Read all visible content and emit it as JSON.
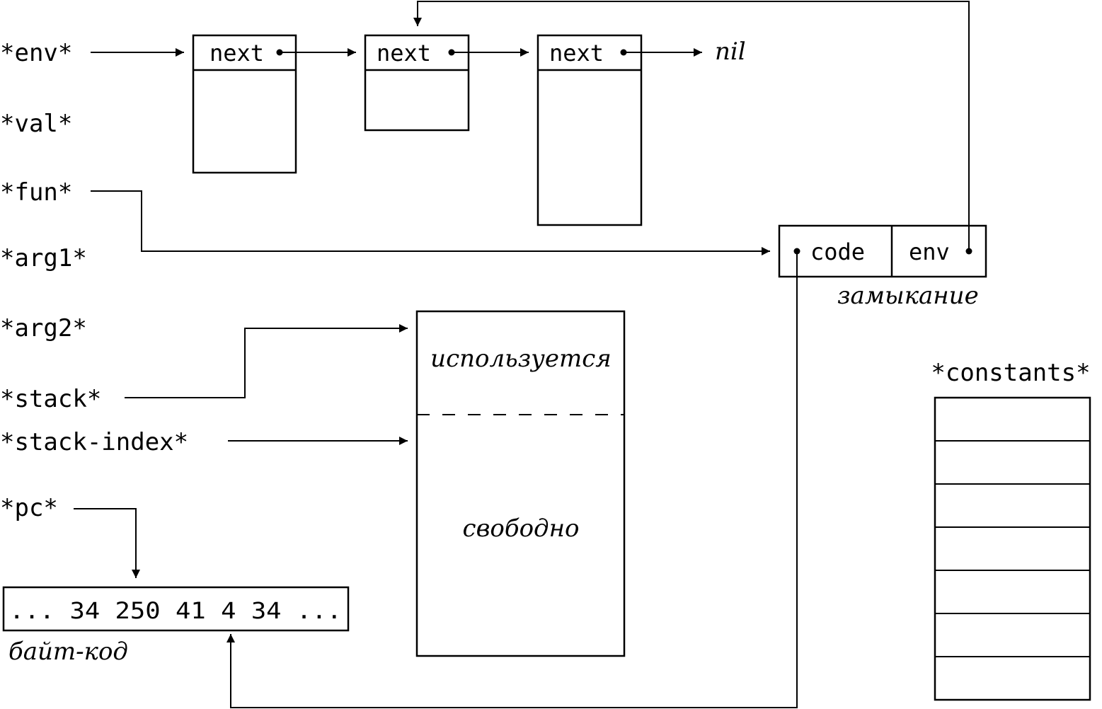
{
  "registers": {
    "env": "*env*",
    "val": "*val*",
    "fun": "*fun*",
    "arg1": "*arg1*",
    "arg2": "*arg2*",
    "stack": "*stack*",
    "stack_index": "*stack-index*",
    "pc": "*pc*"
  },
  "env_chain": {
    "frames": [
      {
        "label": "next"
      },
      {
        "label": "next"
      },
      {
        "label": "next"
      }
    ],
    "terminator": "nil"
  },
  "closure": {
    "code_label": "code",
    "env_label": "env",
    "caption": "замыкание"
  },
  "stack_area": {
    "used_label": "используется",
    "free_label": "свободно"
  },
  "bytecode": {
    "content": "... 34 250 41 4 34 ...",
    "caption": "байт-код"
  },
  "constants": {
    "title": "*constants*",
    "slot_count": 7
  }
}
